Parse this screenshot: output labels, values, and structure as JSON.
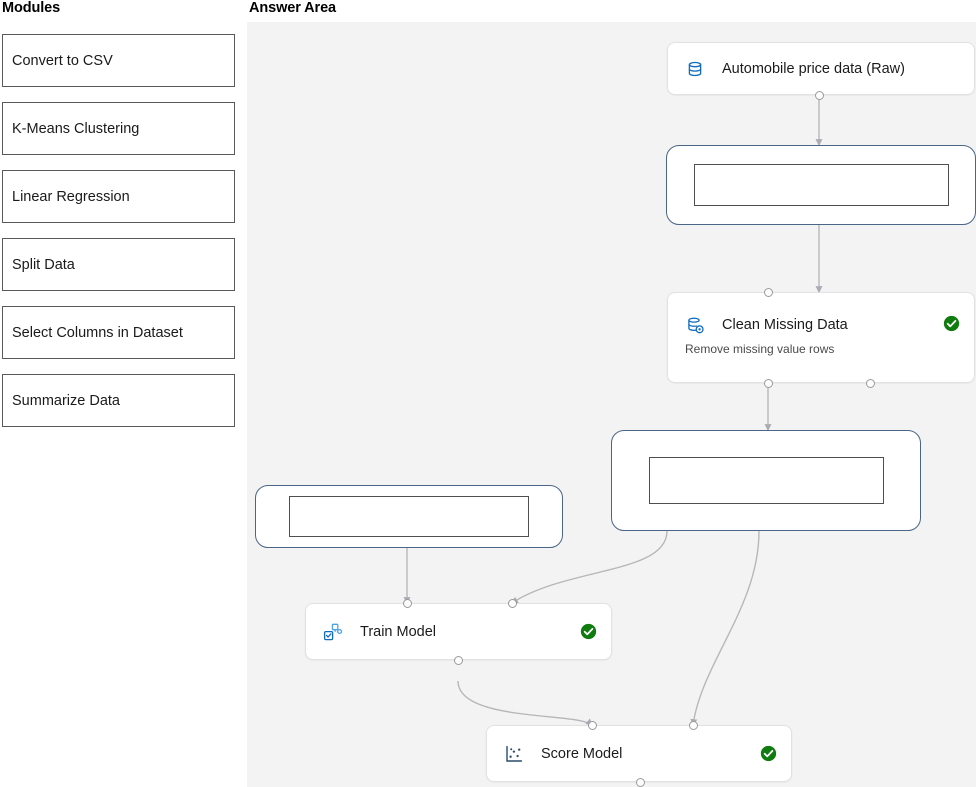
{
  "panels": {
    "modules_heading": "Modules",
    "answer_heading": "Answer Area"
  },
  "modules": [
    {
      "label": "Convert to CSV"
    },
    {
      "label": "K-Means Clustering"
    },
    {
      "label": "Linear Regression"
    },
    {
      "label": "Split Data"
    },
    {
      "label": "Select Columns in Dataset"
    },
    {
      "label": "Summarize Data"
    }
  ],
  "canvas": {
    "background_color": "#f3f3f3",
    "nodes": [
      {
        "id": "dataset",
        "title": "Automobile price data (Raw)",
        "subtitle": "",
        "icon": "database-icon",
        "status": "",
        "icon_color": "#0f6cbd"
      },
      {
        "id": "clean-missing-data",
        "title": "Clean Missing Data",
        "subtitle": "Remove missing value rows",
        "icon": "database-gear-icon",
        "status": "check-complete-icon",
        "icon_color": "#0f6cbd"
      },
      {
        "id": "train-model",
        "title": "Train Model",
        "subtitle": "",
        "icon": "train-model-icon",
        "status": "check-complete-icon",
        "icon_color": "#0f6cbd"
      },
      {
        "id": "score-model",
        "title": "Score Model",
        "subtitle": "",
        "icon": "scatter-plot-icon",
        "status": "check-complete-icon",
        "icon_color": "#2a4a6b"
      }
    ],
    "answer_slots": [
      {
        "id": "slot-1",
        "value": "",
        "placeholder": ""
      },
      {
        "id": "slot-2",
        "value": "",
        "placeholder": ""
      },
      {
        "id": "slot-3",
        "value": "",
        "placeholder": ""
      }
    ]
  },
  "colors": {
    "status_complete": "#107c10",
    "slot_border": "#4a6585",
    "slot_inner_border": "#4f4f4f",
    "edge": "#b6b6b6",
    "node_border": "#e2e2e2",
    "module_border": "#5a5a5a"
  }
}
